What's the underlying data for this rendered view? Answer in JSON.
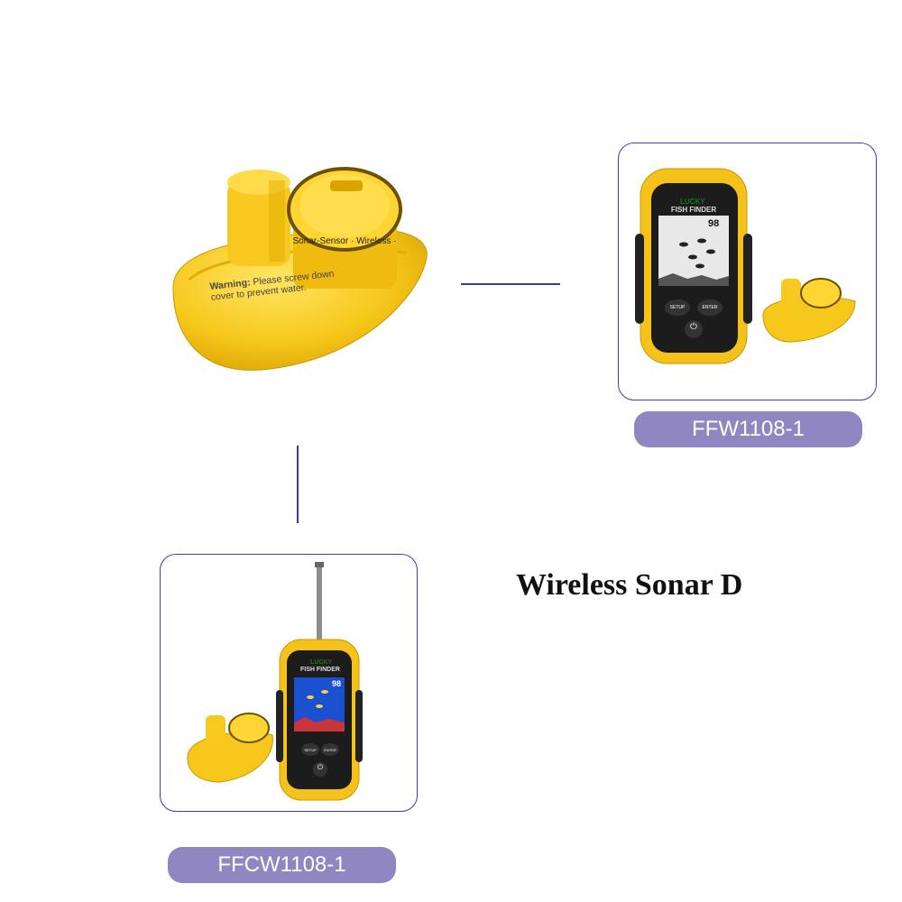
{
  "hero": {
    "sensor_ring_text": "Sonar-Sensor · Wireless ·",
    "warning_title": "Warning:",
    "warning_text_1": "Please screw down",
    "warning_text_2": "cover to prevent water."
  },
  "product_a": {
    "label": "FFW1108-1",
    "device_brand": "LUCKY",
    "device_name": "FISH FINDER",
    "depth": "98",
    "button_left": "SETUP",
    "button_right": "ENTER"
  },
  "product_b": {
    "label": "FFCW1108-1",
    "device_brand": "LUCKY",
    "device_name": "FISH FINDER",
    "depth": "98",
    "button_left": "SETUP",
    "button_right": "ENTER"
  },
  "headline": "Wireless Sonar D",
  "colors": {
    "accent_border": "#3a3ac8",
    "pill": "#8f86c2",
    "device_yellow": "#f5c21b"
  }
}
